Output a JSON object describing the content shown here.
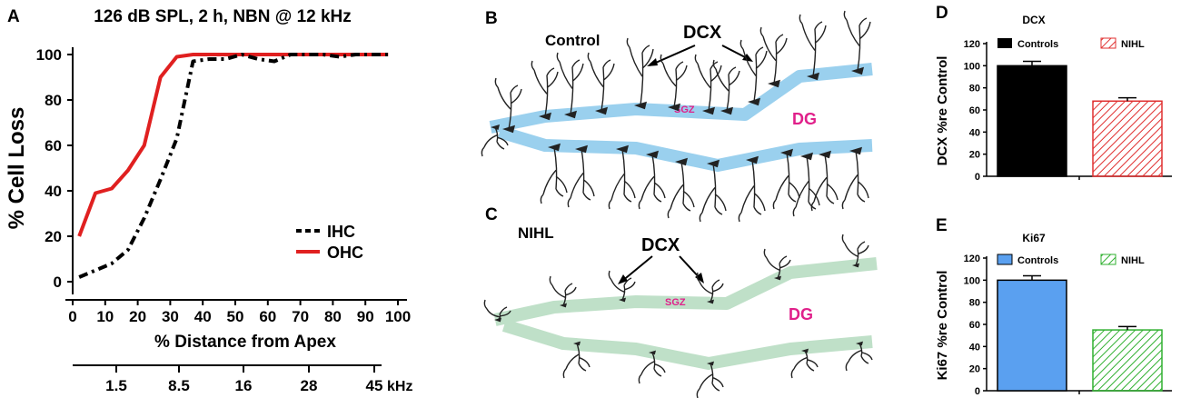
{
  "colors": {
    "ihc": "#000000",
    "ohc": "#e02020",
    "dcx_control": "#000000",
    "dcx_nihl": "#e03030",
    "ki67_control": "#5aa0f0",
    "ki67_nihl": "#30b030",
    "sgz_band_control": "#9ad0ee",
    "sgz_band_nihl": "#bfe0c8",
    "magenta": "#e0208a"
  },
  "panel_a": {
    "label": "A",
    "chart_data": {
      "type": "line",
      "title": "126 dB SPL, 2 h, NBN @ 12 kHz",
      "xlabel": "% Distance from Apex",
      "ylabel": "% Cell Loss",
      "xlim": [
        0,
        100
      ],
      "ylim": [
        0,
        100
      ],
      "xticks": [
        "0",
        "10",
        "20",
        "30",
        "40",
        "50",
        "60",
        "70",
        "80",
        "90",
        "100"
      ],
      "yticks": [
        "0",
        "20",
        "40",
        "60",
        "80",
        "100"
      ],
      "legend_position": "lower-right",
      "series": [
        {
          "name": "IHC",
          "style": "dashdot",
          "x": [
            2,
            7,
            12,
            17,
            22,
            27,
            32,
            37,
            42,
            47,
            52,
            57,
            62,
            67,
            72,
            77,
            82,
            87,
            92,
            97
          ],
          "y": [
            2,
            5,
            8,
            14,
            28,
            45,
            63,
            97,
            98,
            98,
            100,
            98,
            97,
            100,
            100,
            100,
            99,
            100,
            100,
            100
          ]
        },
        {
          "name": "OHC",
          "style": "solid",
          "x": [
            2,
            7,
            12,
            17,
            22,
            27,
            32,
            37,
            42,
            47,
            52,
            57,
            62,
            67,
            72,
            77,
            82,
            87,
            92,
            97
          ],
          "y": [
            20,
            39,
            41,
            49,
            60,
            90,
            99,
            100,
            100,
            100,
            100,
            100,
            100,
            100,
            100,
            100,
            100,
            100,
            100,
            100
          ]
        }
      ],
      "secondary_axis": {
        "ticks": [
          "1.5",
          "8.5",
          "16",
          "28",
          "45"
        ],
        "unit": "kHz"
      }
    }
  },
  "panel_b": {
    "label": "B",
    "condition": "Control",
    "marker": "DCX",
    "zone": "SGZ",
    "region": "DG"
  },
  "panel_c": {
    "label": "C",
    "condition": "NIHL",
    "marker": "DCX",
    "zone": "SGZ",
    "region": "DG"
  },
  "panel_d": {
    "label": "D",
    "chart_data": {
      "type": "bar",
      "title": "DCX",
      "ylabel": "DCX %re Control",
      "categories": [
        "Controls",
        "NIHL"
      ],
      "values": [
        100,
        68
      ],
      "errors": [
        4,
        3
      ],
      "ylim": [
        0,
        120
      ],
      "yticks": [
        "0",
        "20",
        "40",
        "60",
        "80",
        "100",
        "120"
      ],
      "legend_position": "top"
    }
  },
  "panel_e": {
    "label": "E",
    "chart_data": {
      "type": "bar",
      "title": "Ki67",
      "ylabel": "Ki67 %re Control",
      "categories": [
        "Controls",
        "NIHL"
      ],
      "values": [
        100,
        55
      ],
      "errors": [
        4,
        3
      ],
      "ylim": [
        0,
        120
      ],
      "yticks": [
        "0",
        "20",
        "40",
        "60",
        "80",
        "100",
        "120"
      ],
      "legend_position": "top"
    }
  }
}
